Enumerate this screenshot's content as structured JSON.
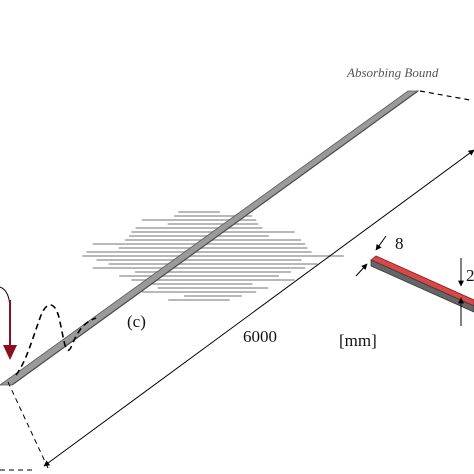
{
  "labels": {
    "absorbing_boundary": "Absorbing Bound",
    "panel_marker": "(c)",
    "length_dimension": "6000",
    "width_dimension": "8",
    "thickness_dimension": "2",
    "unit": "[mm]"
  },
  "colors": {
    "beam": "#9a9a9a",
    "beam_edge": "#5a5a5a",
    "fibers": "#b8b8b8",
    "force_arrow": "#8b0f1e",
    "cross_section_face": "#d94848",
    "dimension_lines": "#000000"
  },
  "icons": {
    "force": "downward-arrow",
    "wave_packet": "dashed-sine-wave"
  }
}
